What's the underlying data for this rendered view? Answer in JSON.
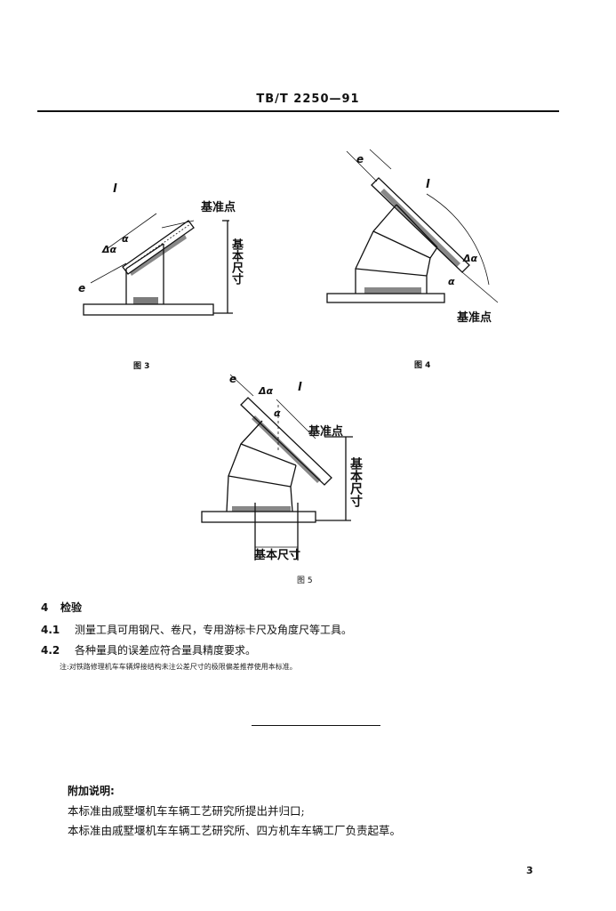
{
  "header": {
    "code": "TB/T  2250—91"
  },
  "figures": {
    "fig3": {
      "caption": "图 3",
      "label_datum": "基准点",
      "label_size": "基本尺寸",
      "label_l": "l",
      "label_e": "e",
      "label_dalpha": "Δα",
      "label_alpha": "α"
    },
    "fig4": {
      "caption": "图 4",
      "label_datum": "基准点",
      "label_l": "l",
      "label_e": "e",
      "label_dalpha": "Δα",
      "label_alpha": "α"
    },
    "fig5": {
      "caption": "图 5",
      "label_datum": "基准点",
      "label_size_v": "基本尺寸",
      "label_size_h": "基本尺寸",
      "label_l": "l",
      "label_e": "e",
      "label_dalpha": "Δα",
      "label_alpha": "α"
    }
  },
  "section": {
    "number": "4",
    "title": "检验",
    "items": [
      {
        "num": "4.1",
        "text": "测量工具可用钢尺、卷尺，专用游标卡尺及角度尺等工具。"
      },
      {
        "num": "4.2",
        "text": "各种量具的误差应符合量具精度要求。"
      }
    ],
    "note": "注:对铁路修理机车车辆焊接结构未注公差尺寸的极限偏差推荐使用本标准。"
  },
  "additional": {
    "title": "附加说明:",
    "lines": [
      "本标准由戚墅堰机车车辆工艺研究所提出并归口;",
      "本标准由戚墅堰机车车辆工艺研究所、四方机车车辆工厂负责起草。"
    ]
  },
  "page_number": "3"
}
